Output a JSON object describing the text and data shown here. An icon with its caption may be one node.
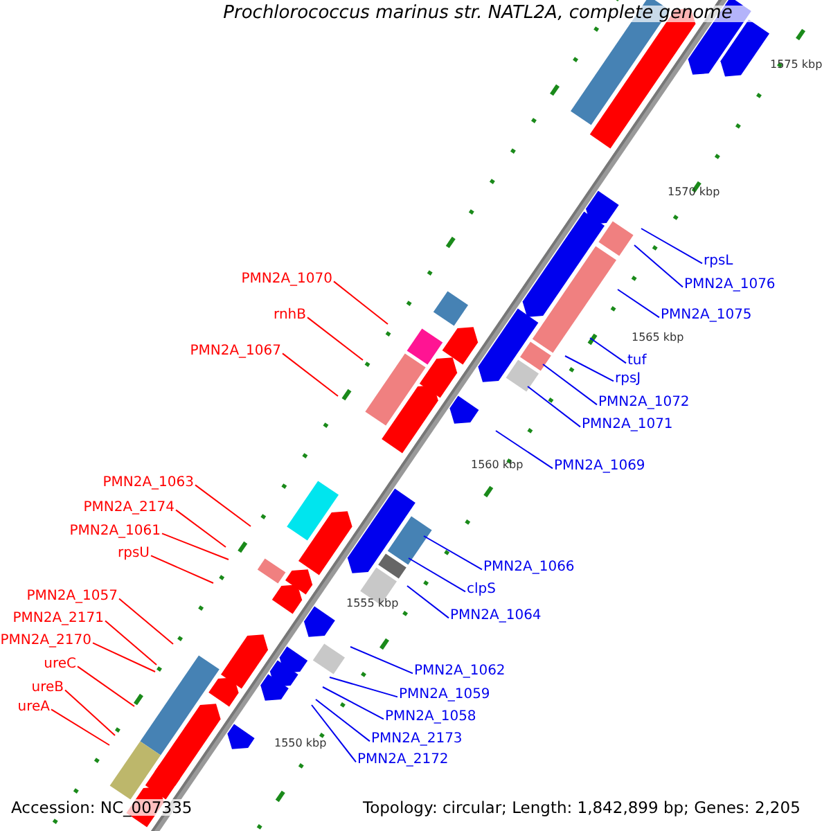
{
  "diagram": {
    "title": "Prochlorococcus marinus str. NATL2A, complete genome",
    "nodes": [
      {
        "text": [
          "PMN2A_1070"
        ]
      },
      {
        "text": [
          "rnhB"
        ]
      },
      {
        "text": [
          "PMN2A_1067"
        ]
      },
      {
        "text": [
          "PMN2A_1063"
        ]
      },
      {
        "text": [
          "PMN2A_2174"
        ]
      },
      {
        "text": [
          "PMN2A_1061"
        ]
      },
      {
        "text": [
          "rpsU"
        ]
      },
      {
        "text": [
          "PMN2A_1057"
        ]
      },
      {
        "text": [
          "PMN2A_2171"
        ]
      },
      {
        "text": [
          "PMN2A_2170"
        ]
      },
      {
        "text": [
          "ureC"
        ]
      },
      {
        "text": [
          "ureB"
        ]
      },
      {
        "text": [
          "ureA"
        ]
      },
      {
        "text": [
          "rpsL"
        ]
      },
      {
        "text": [
          "PMN2A_1076"
        ]
      },
      {
        "text": [
          "PMN2A_1075"
        ]
      },
      {
        "text": [
          "tuf"
        ]
      },
      {
        "text": [
          "rpsJ"
        ]
      },
      {
        "text": [
          "PMN2A_1072"
        ]
      },
      {
        "text": [
          "PMN2A_1071"
        ]
      },
      {
        "text": [
          "PMN2A_1069"
        ]
      },
      {
        "text": [
          "PMN2A_1066"
        ]
      },
      {
        "text": [
          "clpS"
        ]
      },
      {
        "text": [
          "PMN2A_1064"
        ]
      },
      {
        "text": [
          "PMN2A_1062"
        ]
      },
      {
        "text": [
          "PMN2A_1059"
        ]
      },
      {
        "text": [
          "PMN2A_1058"
        ]
      },
      {
        "text": [
          "PMN2A_2173"
        ]
      },
      {
        "text": [
          "PMN2A_2172"
        ]
      }
    ],
    "edges": [
      {
        "from": 0,
        "to": null,
        "arrow": "none",
        "color": "#ff0000"
      },
      {
        "from": 1,
        "to": null,
        "arrow": "none",
        "color": "#ff0000"
      },
      {
        "from": 2,
        "to": null,
        "arrow": "none",
        "color": "#ff0000"
      },
      {
        "from": 3,
        "to": null,
        "arrow": "none",
        "color": "#ff0000"
      },
      {
        "from": 4,
        "to": null,
        "arrow": "none",
        "color": "#ff0000"
      },
      {
        "from": 5,
        "to": null,
        "arrow": "none",
        "color": "#ff0000"
      },
      {
        "from": 6,
        "to": null,
        "arrow": "none",
        "color": "#ff0000"
      },
      {
        "from": 7,
        "to": null,
        "arrow": "none",
        "color": "#ff0000"
      },
      {
        "from": 8,
        "to": null,
        "arrow": "none",
        "color": "#ff0000"
      },
      {
        "from": 9,
        "to": null,
        "arrow": "none",
        "color": "#ff0000"
      },
      {
        "from": 10,
        "to": null,
        "arrow": "none",
        "color": "#ff0000"
      },
      {
        "from": 11,
        "to": null,
        "arrow": "none",
        "color": "#ff0000"
      },
      {
        "from": 12,
        "to": null,
        "arrow": "none",
        "color": "#ff0000"
      },
      {
        "from": 13,
        "to": null,
        "arrow": "none"
      },
      {
        "from": 14,
        "to": null,
        "arrow": "none"
      },
      {
        "from": 15,
        "to": null,
        "arrow": "none"
      },
      {
        "from": 16,
        "to": null,
        "arrow": "none"
      },
      {
        "from": 17,
        "to": null,
        "arrow": "none"
      },
      {
        "from": 18,
        "to": null,
        "arrow": "none"
      },
      {
        "from": 19,
        "to": null,
        "arrow": "none"
      },
      {
        "from": 20,
        "to": null,
        "arrow": "none"
      },
      {
        "from": 21,
        "to": null,
        "arrow": "none"
      },
      {
        "from": 22,
        "to": null,
        "arrow": "none"
      },
      {
        "from": 23,
        "to": null,
        "arrow": "none"
      },
      {
        "from": 24,
        "to": null,
        "arrow": "none"
      },
      {
        "from": 25,
        "to": null,
        "arrow": "none"
      },
      {
        "from": 26,
        "to": null,
        "arrow": "none"
      },
      {
        "from": 27,
        "to": null,
        "arrow": "none"
      },
      {
        "from": 28,
        "to": null,
        "arrow": "none"
      }
    ],
    "labels": [
      "1575 kbp",
      "1570 kbp",
      "1565 kbp",
      "1560 kbp",
      "1555 kbp",
      "1550 kbp",
      "Accession: NC_007335",
      "Topology: circular; Length: 1,842,899 bp; Genes: 2,205"
    ]
  }
}
